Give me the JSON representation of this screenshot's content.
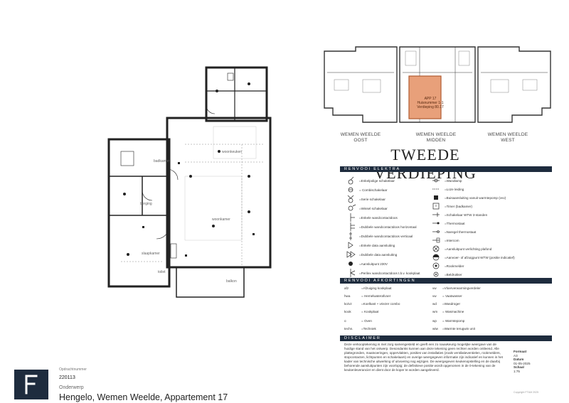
{
  "project": {
    "number_label": "Opdrachtnummer",
    "number": "220113",
    "subject_label": "Onderwerp",
    "title": "Hengelo, Wemen Weelde, Appartement 17"
  },
  "keyplan": {
    "blocks": [
      {
        "line1": "WEMEN WEELDE",
        "line2": "OOST"
      },
      {
        "line1": "WEMEN WEELDE",
        "line2": "MIDDEN"
      },
      {
        "line1": "WEMEN WEELDE",
        "line2": "WEST"
      }
    ],
    "highlight": {
      "line1": "APP 17",
      "line2": "Huisnummer 1-1",
      "line3": "Verdieping 80.17"
    },
    "highlight_color": "#e8a07a"
  },
  "floor_title": "TWEEDE VERDIEPING",
  "legend_electra": {
    "header": "RENVOOI ELEKTRA",
    "left": [
      "=Enkelpolige schakelaar",
      "= Combischakelaar",
      "=Serie schakelaar",
      "=Wissel schakelaar",
      "=Enkele wandcontactdoos",
      "=Dubbele wandcontactdoos horizontaal",
      "=Dubbele wandcontactdoos verticaal",
      "=Enkele data aansluiting",
      "=Dubbele data aansluiting",
      "=Aansluitpunt 230V",
      "=Perilex wandcontactdoos t.b.v. kookplaat"
    ],
    "right": [
      "=Wandlamp",
      "=Loze leiding",
      "=Buisaansluiting vanuit warmtepomp (vvv)",
      "=Timer (badkamer)",
      "=Schakelaar WTW 3-standen",
      "=Thermostaat",
      "=Naregel thermostaat",
      "=Intercom",
      "=Aansluitpunt verlichting plafond",
      "=Aanvoer- of afzuigpunt WTW (positie indicatief)",
      "=Rookmelder",
      "=Beldrukker"
    ]
  },
  "legend_abbr": {
    "header": "RENVOOI AFKORTINGEN",
    "left": [
      {
        "code": "afz",
        "text": "=Afzuiging kookplaat"
      },
      {
        "code": "hwa",
        "text": "= Hemelwaterafvoer"
      },
      {
        "code": "ko/vz",
        "text": "=Koelkast + vriezer combo"
      },
      {
        "code": "kook",
        "text": "= Kookplaat"
      },
      {
        "code": "o",
        "text": "= Oven"
      },
      {
        "code": "techn.",
        "text": "=Techniek"
      }
    ],
    "right": [
      {
        "code": "vw",
        "text": "=Vloerverwarmingverdeler"
      },
      {
        "code": "vw",
        "text": "= Vaatwasser"
      },
      {
        "code": "wd",
        "text": "=Wasdroger"
      },
      {
        "code": "wm",
        "text": "= Wasmachine"
      },
      {
        "code": "wp",
        "text": "= Warmtepomp"
      },
      {
        "code": "wtw",
        "text": "=Warmte terugwin unit"
      }
    ]
  },
  "disclaimer": {
    "header": "DISCLAIMER",
    "text": "Deze verkooptekening is met zorg samengesteld en geeft een zo nauwkeurig mogelijke weergave van de huidige stand van het ontwerp. Desondanks kunnen aan deze tekening geen rechten worden ontleend. Alle plattegronden, maatvoeringen, oppervlakten, posities van installaties (zoals ventilatieventielen, rookmelders, stopcontacten, lichtpunten en schakelaars) en overige weergegeven informatie zijn indicatief en kunnen in het kader van technische uitwerking of uitvoering nog wijzigen. De weergegeven keukenopstelling en de daarbij behorende aansluitpunten zijn voorlopig; de definitieve positie wordt opgenomen in de 0-tekening van de keukenleverancier en dient door de koper te worden aangeleverd."
  },
  "format": {
    "format_label": "Formaat",
    "format_value": "A3",
    "date_label": "Datum",
    "date_value": "01-05-2025",
    "scale_label": "Schaal",
    "scale_value": "1:75"
  },
  "rooms": {
    "bathroom": "badkamer",
    "bedroom": "slaapkamer",
    "living": "woonkamer",
    "kitchen": "woonkeuken",
    "balcony": "balkon",
    "storage": "berging",
    "toilet": "toilet"
  },
  "colors": {
    "accent": "#1e2c3e"
  },
  "copyright": "Copyright FT&M 2025"
}
